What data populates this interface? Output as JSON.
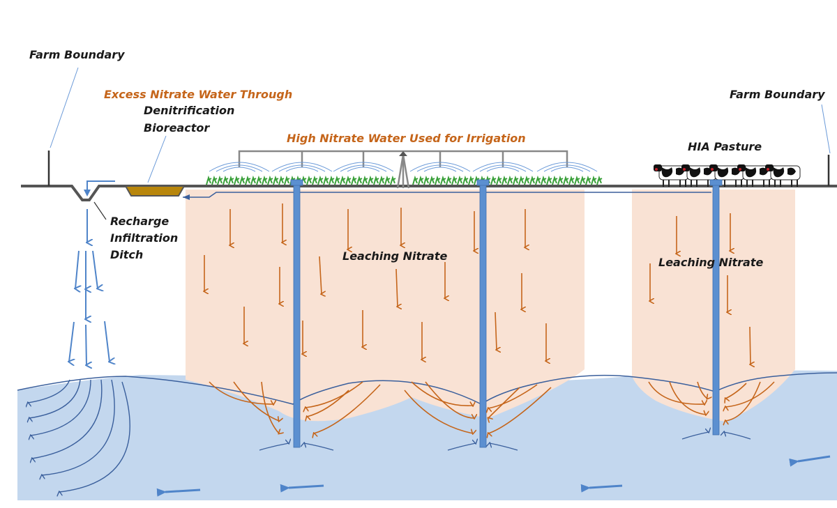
{
  "labels": {
    "farm_boundary_left": "Farm Boundary",
    "farm_boundary_right": "Farm Boundary",
    "excess_nitrate": "Excess Nitrate Water Through",
    "denitrification": "Denitrification",
    "bioreactor": "Bioreactor",
    "high_nitrate": "High Nitrate Water Used for Irrigation",
    "hia_pasture": "HIA Pasture",
    "recharge": "Recharge",
    "infiltration": "Infiltration",
    "ditch": "Ditch",
    "leaching_left": "Leaching Nitrate",
    "leaching_right": "Leaching Nitrate"
  },
  "colors": {
    "groundwater": "#c3d7ee",
    "leach_zone": "#f9e2d4",
    "nitrate_arrow": "#c5651a",
    "well": "#5b8fd0",
    "recharge_arrow": "#4f84c9",
    "water_table": "#3a5f9c",
    "ground": "#555555",
    "crop": "#3aa03a",
    "bioreactor": "#b8860b"
  }
}
